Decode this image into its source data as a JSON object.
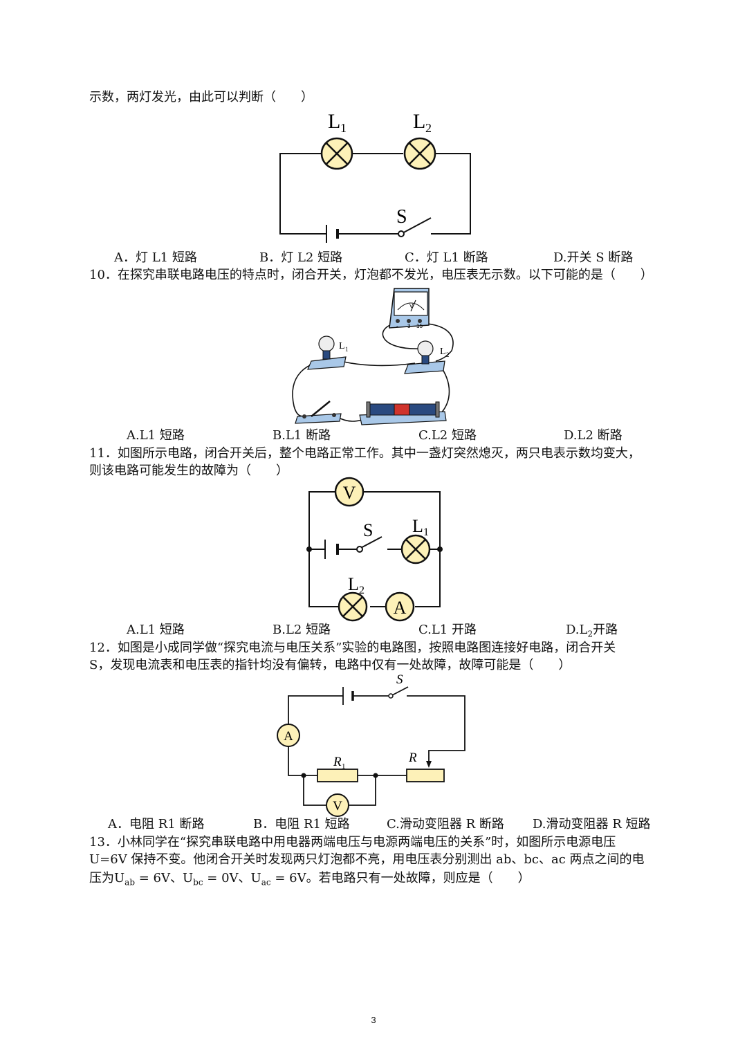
{
  "q9": {
    "stem_tail": "示数，两灯发光，由此可以判断（　　）",
    "labels": {
      "l1": "L",
      "l1_sub": "1",
      "l2": "L",
      "l2_sub": "2",
      "s": "S"
    },
    "options": [
      "A．灯 L1 短路",
      "B．灯 L2 短路",
      "C．灯 L1 断路",
      "D.开关 S 断路"
    ]
  },
  "q10": {
    "stem": "10．在探究串联电路电压的特点时，闭合开关，灯泡都不发光，电压表无示数。以下可能的是（　　）",
    "labels": {
      "l1": "L",
      "l1_sub": "1",
      "l2": "L",
      "l2_sub": "2",
      "meter_v": "V",
      "term_minus": "-",
      "term_3": "3",
      "term_15": "15"
    },
    "options": [
      "A.L1 短路",
      "B.L1 断路",
      "C.L2 短路",
      "D.L2 断路"
    ]
  },
  "q11": {
    "stem_line1": "11．如图所示电路，闭合开关后，整个电路正常工作。其中一盏灯突然熄灭，两只电表示数均变大，",
    "stem_line2": "则该电路可能发生的故障为（　　）",
    "labels": {
      "v": "V",
      "a": "A",
      "s": "S",
      "l1": "L",
      "l1_sub": "1",
      "l2": "L",
      "l2_sub": "2"
    },
    "options": [
      "A.L1 短路",
      "B.L2 短路",
      "C.L1 开路",
      "D.L",
      "开路"
    ],
    "option_d_sub": "2"
  },
  "q12": {
    "stem_line1": "12．如图是小成同学做“探究电流与电压关系”实验的电路图，按照电路图连接好电路，闭合开关",
    "stem_line2": "S，发现电流表和电压表的指针均没有偏转，电路中仅有一处故障，故障可能是（　　）",
    "labels": {
      "s": "S",
      "a": "A",
      "v": "V",
      "r1": "R",
      "r1_sub": "1",
      "r": "R"
    },
    "options": [
      "A．电阻 R1 断路",
      "B．电阻 R1 短路",
      "C.滑动变阻器 R 断路",
      "D.滑动变阻器 R 短路"
    ]
  },
  "q13": {
    "stem_line1": "13．小林同学在“探究串联电路中用电器两端电压与电源两端电压的关系”时，如图所示电源电压",
    "stem_line2": "U=6V 保持不变。他闭合开关时发现两只灯泡都不亮，用电压表分别测出 ab、bc、ac 两点之间的电",
    "stem_line3_pre": "压为U",
    "sub_ab": "ab",
    "eq1": " = 6V、U",
    "sub_bc": "bc",
    "eq2": " = 0V、U",
    "sub_ac": "ac",
    "eq3": " = 6V。若电路只有一处故障，则应是（　　）"
  },
  "footer": {
    "page_number": "3"
  },
  "colors": {
    "bulb_fill": "#fdf1b8",
    "meter_fill": "#fdf1b8",
    "resistor_fill": "#fdf1b8",
    "wood": "#a9c8e8",
    "wire": "#111111"
  }
}
